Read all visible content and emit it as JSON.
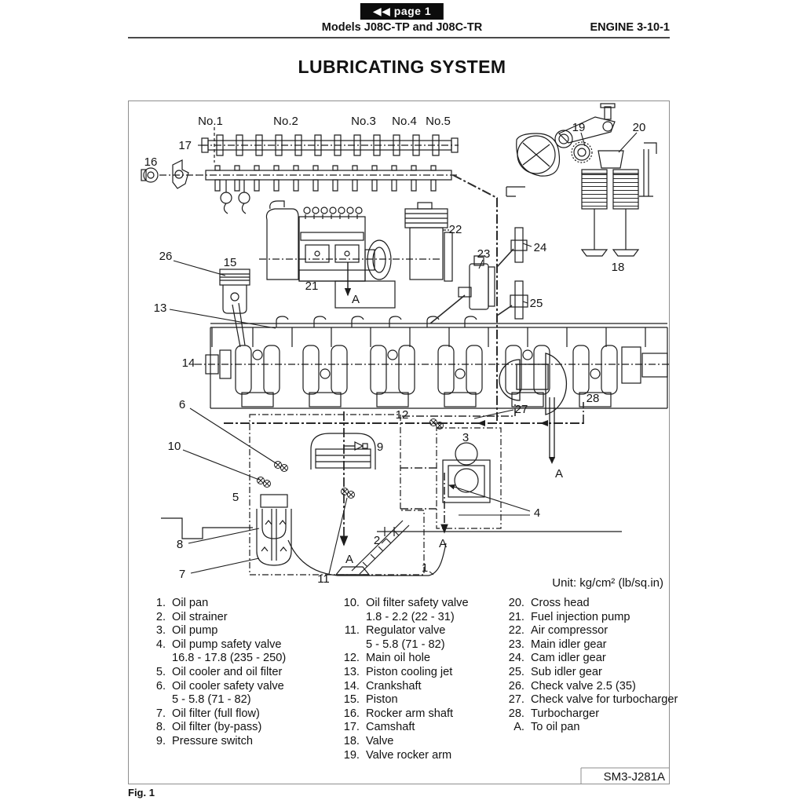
{
  "header": {
    "page_badge": "◀◀ page 1",
    "models": "Models J08C-TP and J08C-TR",
    "engine_code": "ENGINE 3-10-1"
  },
  "title": "LUBRICATING SYSTEM",
  "figure": {
    "caption": "Fig. 1",
    "drawing_code": "SM3-J281A",
    "unit_note": "Unit: kg/cm² (lb/sq.in)",
    "cylinder_labels": [
      "No.1",
      "No.2",
      "No.3",
      "No.4",
      "No.5"
    ],
    "labels": {
      "n1": "1",
      "n2": "2",
      "n3": "3",
      "n4": "4",
      "n5": "5",
      "n6": "6",
      "n7": "7",
      "n8": "8",
      "n9": "9",
      "n10": "10",
      "n11": "11",
      "n12": "12",
      "n13": "13",
      "n14": "14",
      "n15": "15",
      "n16": "16",
      "n17": "17",
      "n18": "18",
      "n19": "19",
      "n20": "20",
      "n21": "21",
      "n22": "22",
      "n23": "23",
      "n24": "24",
      "n25": "25",
      "n26": "26",
      "n27": "27",
      "n28": "28",
      "A": "A"
    }
  },
  "legend": {
    "col1": [
      {
        "n": "1.",
        "t": "Oil pan"
      },
      {
        "n": "2.",
        "t": "Oil strainer"
      },
      {
        "n": "3.",
        "t": "Oil pump"
      },
      {
        "n": "4.",
        "t": "Oil pump safety valve"
      },
      {
        "n": "",
        "t": "16.8 - 17.8 (235 - 250)"
      },
      {
        "n": "5.",
        "t": "Oil cooler and oil filter"
      },
      {
        "n": "6.",
        "t": "Oil cooler safety valve"
      },
      {
        "n": "",
        "t": "5 - 5.8 (71 - 82)"
      },
      {
        "n": "7.",
        "t": "Oil filter (full flow)"
      },
      {
        "n": "8.",
        "t": "Oil filter (by-pass)"
      },
      {
        "n": "9.",
        "t": "Pressure switch"
      }
    ],
    "col2": [
      {
        "n": "10.",
        "t": "Oil filter safety valve"
      },
      {
        "n": "",
        "t": "1.8 - 2.2 (22 - 31)"
      },
      {
        "n": "11.",
        "t": "Regulator valve"
      },
      {
        "n": "",
        "t": "5 - 5.8 (71 - 82)"
      },
      {
        "n": "12.",
        "t": "Main oil hole"
      },
      {
        "n": "13.",
        "t": "Piston cooling jet"
      },
      {
        "n": "14.",
        "t": "Crankshaft"
      },
      {
        "n": "15.",
        "t": "Piston"
      },
      {
        "n": "16.",
        "t": "Rocker arm shaft"
      },
      {
        "n": "17.",
        "t": "Camshaft"
      },
      {
        "n": "18.",
        "t": "Valve"
      },
      {
        "n": "19.",
        "t": "Valve rocker arm"
      }
    ],
    "col3": [
      {
        "n": "20.",
        "t": "Cross head"
      },
      {
        "n": "21.",
        "t": "Fuel injection pump"
      },
      {
        "n": "22.",
        "t": "Air compressor"
      },
      {
        "n": "23.",
        "t": "Main idler gear"
      },
      {
        "n": "24.",
        "t": "Cam idler gear"
      },
      {
        "n": "25.",
        "t": "Sub idler gear"
      },
      {
        "n": "26.",
        "t": "Check valve 2.5 (35)"
      },
      {
        "n": "27.",
        "t": "Check valve for turbocharger"
      },
      {
        "n": "28.",
        "t": "Turbocharger"
      },
      {
        "n": "A.",
        "t": "To oil pan"
      }
    ]
  }
}
